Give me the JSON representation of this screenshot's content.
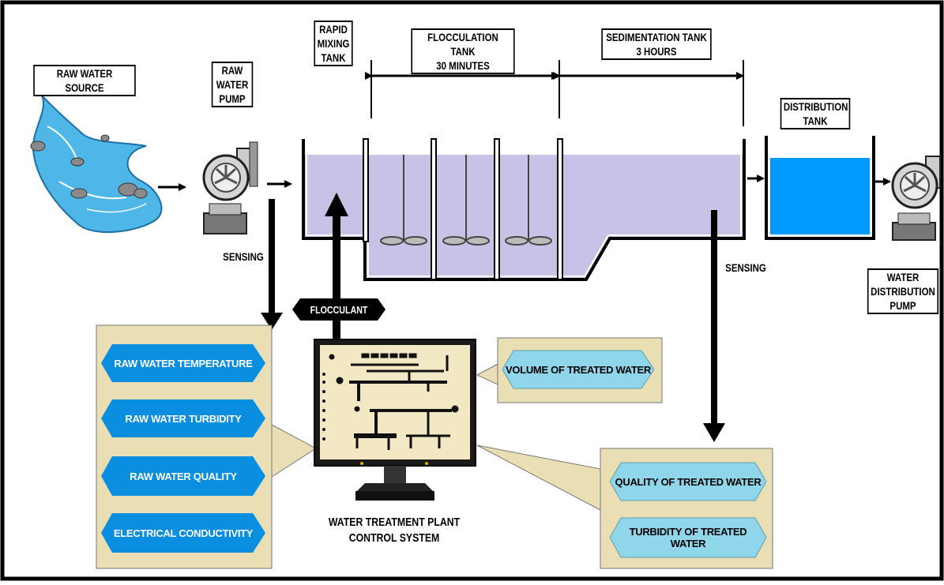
{
  "labels": {
    "raw_water_source": "RAW WATER SOURCE",
    "raw_water_pump": "RAW\nWATER\nPUMP",
    "rapid_mixing_tank": "RAPID\nMIXING\nTANK",
    "flocculation_tank": "FLOCCULATION TANK\n30 MINUTES",
    "sedimentation_tank": "SEDIMENTATION TANK\n3 HOURS",
    "distribution_tank": "DISTRIBUTION\nTANK",
    "sensing_left": "SENSING",
    "sensing_right": "SENSING",
    "water_distribution_pump": "WATER\nDISTRIBUTION\nPUMP",
    "flocculant": "FLOCCULANT",
    "control_system": "WATER TREATMENT PLANT\nCONTROL SYSTEM"
  },
  "raw_parameters": [
    "RAW WATER TEMPERATURE",
    "RAW WATER TURBIDITY",
    "RAW WATER QUALITY",
    "ELECTRICAL CONDUCTIVITY"
  ],
  "treated_volume": "VOLUME OF TREATED WATER",
  "treated_parameters": [
    "QUALITY OF TREATED WATER",
    "TURBIDITY OF TREATED WATER"
  ],
  "colors": {
    "tank_water": "#c9c2e6",
    "distribution_water": "#0099ff",
    "river": "#4fb6e8",
    "panel": "#eadfb4",
    "hex_blue": "#0a8fe0",
    "hex_light": "#8fd6ea",
    "screen": "#f2e8c4"
  }
}
